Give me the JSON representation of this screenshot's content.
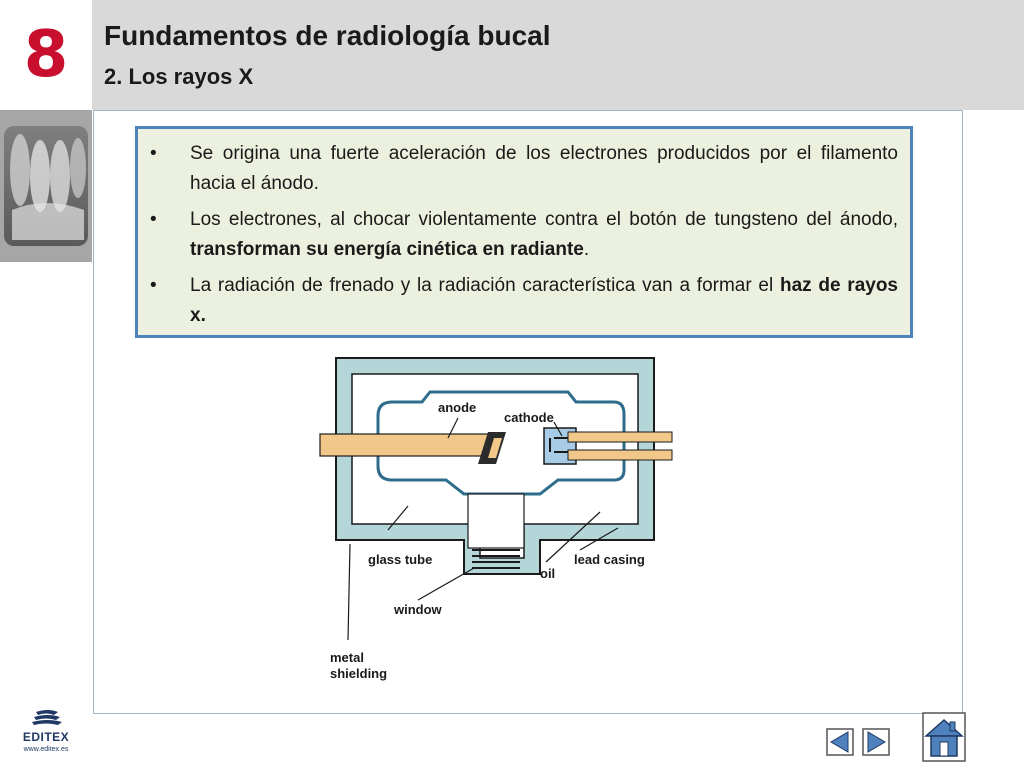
{
  "slide": {
    "chapter_number": "8",
    "title": "Fundamentos de radiología bucal",
    "subtitle": "2. Los rayos X"
  },
  "bullets": [
    {
      "dot": "•",
      "parts": [
        {
          "text": "Se origina una fuerte aceleración de los electrones producidos por el filamento hacia el ánodo.",
          "bold": false
        }
      ]
    },
    {
      "dot": "•",
      "parts": [
        {
          "text": "Los electrones, al chocar violentamente contra el botón de tungsteno del ánodo, ",
          "bold": false
        },
        {
          "text": "transforman su energía cinética en radiante",
          "bold": true
        },
        {
          "text": ".",
          "bold": false
        }
      ]
    },
    {
      "dot": "•",
      "parts": [
        {
          "text": "La radiación de frenado y la radiación característica van a formar el ",
          "bold": false
        },
        {
          "text": "haz de rayos x.",
          "bold": true
        }
      ]
    }
  ],
  "diagram": {
    "labels": {
      "anode": "anode",
      "cathode": "cathode",
      "glass_tube": "glass tube",
      "oil": "oil",
      "lead_casing": "lead casing",
      "window": "window",
      "metal": "metal",
      "shielding": "shielding"
    }
  },
  "logo": {
    "brand": "EDITEX",
    "url": "www.editex.es"
  },
  "colors": {
    "chapter_number": "#c8102e",
    "header_bg": "#d9d9d9",
    "text_box_bg": "#ebf1de",
    "text_box_border": "#4f81bd",
    "casing": "#b4d6d8",
    "anode_fill": "#f2c88a",
    "cathode_fill": "#a8cce6",
    "nav_button": "#4f81bd"
  },
  "icons": {
    "prev": "triangle-left-icon",
    "next": "triangle-right-icon",
    "home": "house-icon"
  }
}
